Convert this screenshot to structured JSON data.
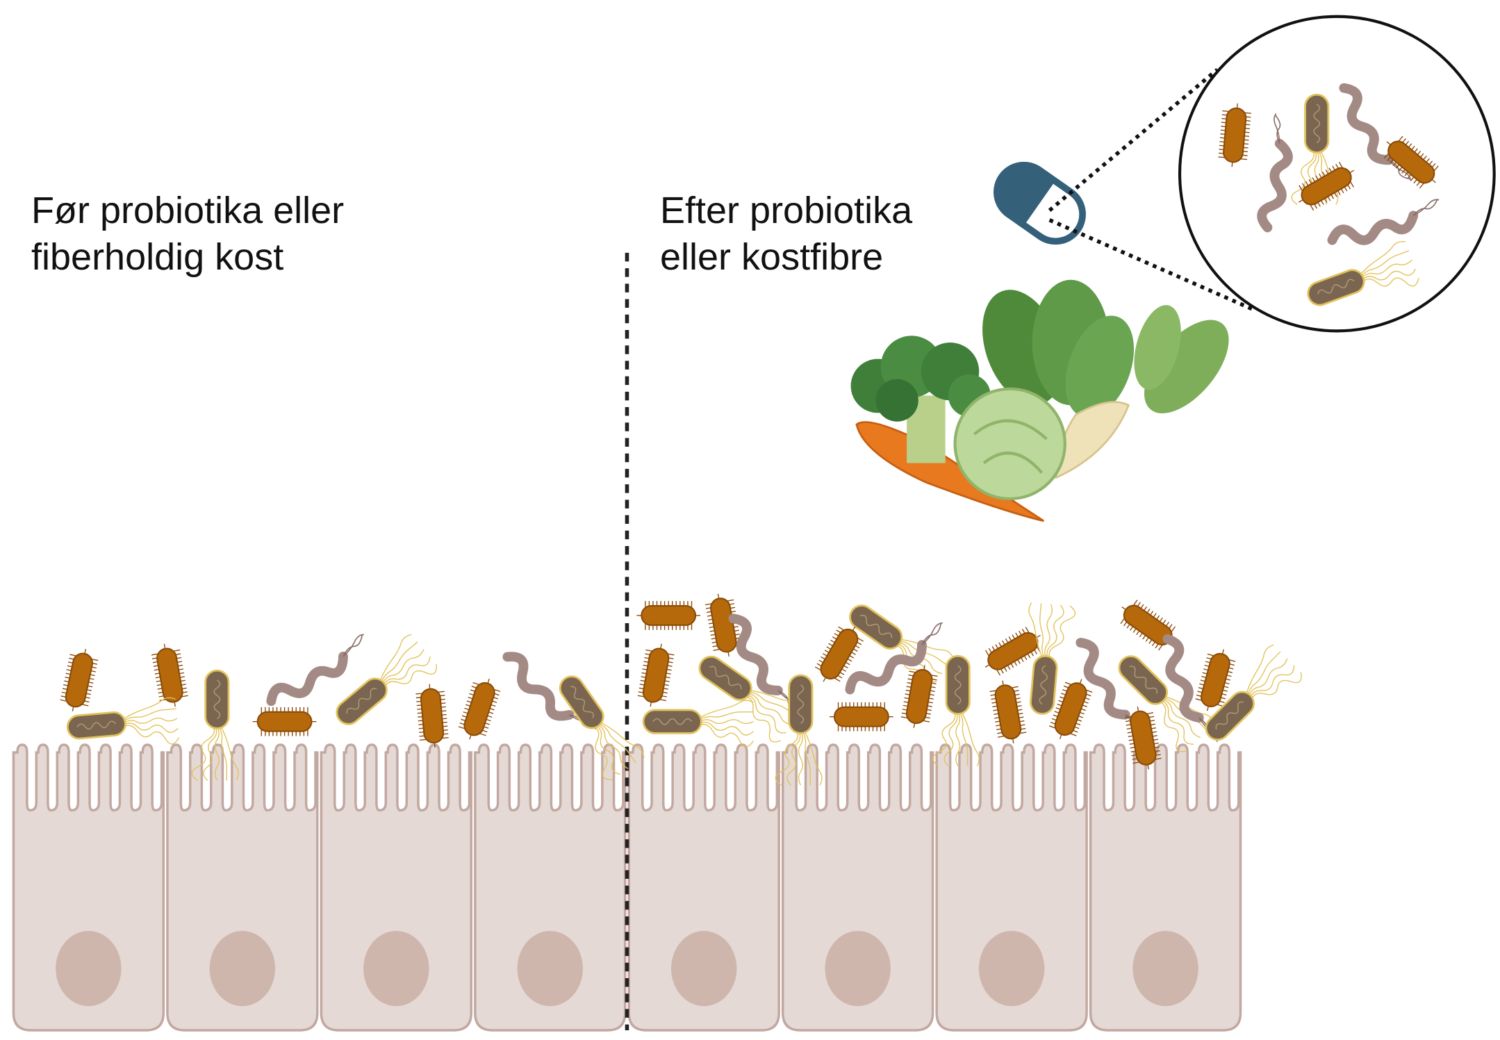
{
  "labels": {
    "before": {
      "line1": "Før probiotika eller",
      "line2": "fiberholdig kost"
    },
    "after": {
      "line1": "Efter probiotika",
      "line2": "eller kostfibre"
    }
  },
  "colors": {
    "cell_fill": "#e4d9d5",
    "cell_stroke": "#c2a8a0",
    "nucleus": "#cfb6ad",
    "rod_bacteria": "#b5690a",
    "flagellated_bacteria": "#7a6650",
    "flagellum": "#e2c25a",
    "spiral_bacteria": "#a48a84",
    "capsule": "#35607a",
    "divider": "#222222"
  },
  "counts": {
    "epithelial_cells": 8
  }
}
